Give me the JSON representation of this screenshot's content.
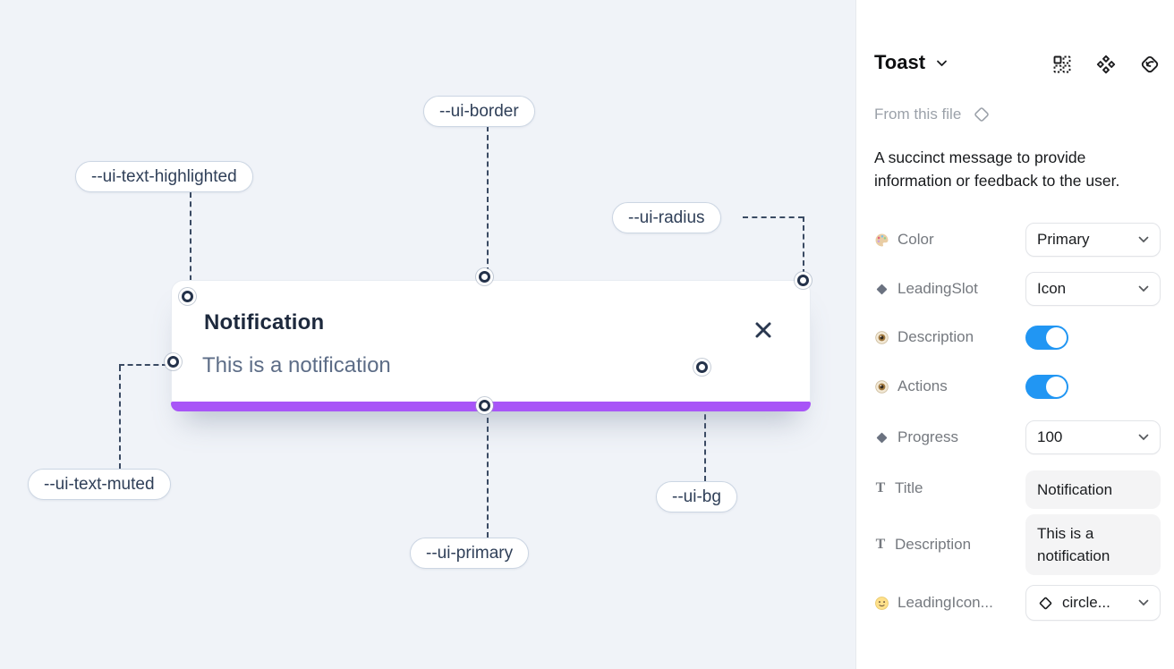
{
  "canvas": {
    "toast": {
      "title": "Notification",
      "description": "This is a notification",
      "close_icon": "x-icon",
      "progress_color": "#a855f7"
    },
    "annotations": [
      {
        "label": "--ui-border"
      },
      {
        "label": "--ui-text-highlighted"
      },
      {
        "label": "--ui-radius"
      },
      {
        "label": "--ui-text-muted"
      },
      {
        "label": "--ui-primary"
      },
      {
        "label": "--ui-bg"
      }
    ],
    "colors": {
      "background": "#f0f3f8",
      "title_text": "#1d293d",
      "muted_text": "#5d6d87",
      "connector_line": "#3a4a63"
    }
  },
  "panel": {
    "title": "Toast",
    "source_label": "From this file",
    "description": "A succinct message to provide information or feedback to the user.",
    "header_icons": [
      "instance-grid-icon",
      "component-set-icon",
      "return-arrow-icon"
    ],
    "text_icon_glyph": "T",
    "accent": {
      "toggle_on": "#2196f3"
    },
    "properties": [
      {
        "label": "Color",
        "type": "dropdown",
        "value": "Primary"
      },
      {
        "label": "LeadingSlot",
        "type": "dropdown",
        "value": "Icon"
      },
      {
        "label": "Description",
        "type": "toggle",
        "value": "on"
      },
      {
        "label": "Actions",
        "type": "toggle",
        "value": "on"
      },
      {
        "label": "Progress",
        "type": "dropdown",
        "value": "100"
      },
      {
        "label": "Title",
        "type": "text",
        "value": "Notification"
      },
      {
        "label": "Description",
        "type": "text",
        "value": "This is a notification"
      },
      {
        "label": "LeadingIcon...",
        "type": "instance-dropdown",
        "value": "circle..."
      }
    ]
  }
}
